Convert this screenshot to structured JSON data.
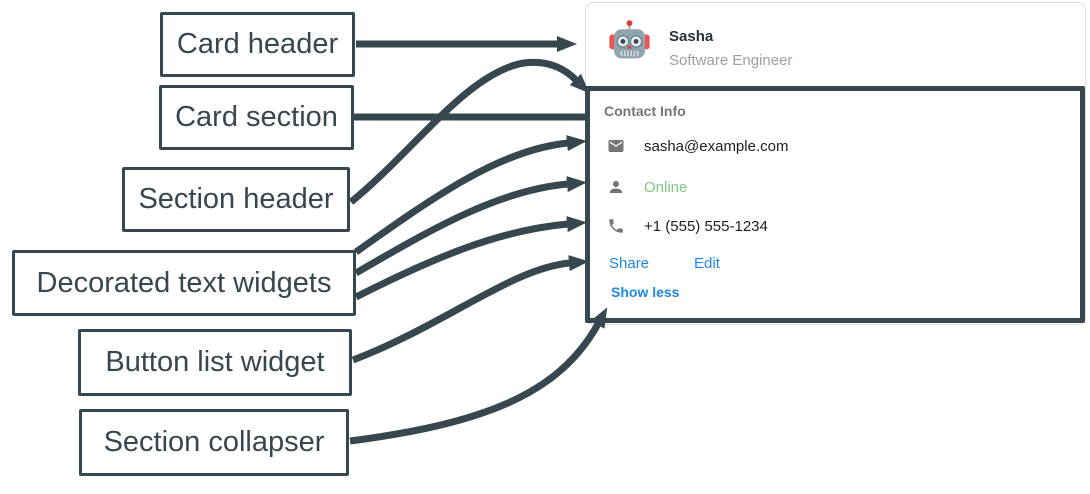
{
  "colors": {
    "annotation": "#37474F",
    "link_blue": "#1E88E5",
    "online_green": "#81C784",
    "text_dark": "#212121",
    "text_gray": "#9E9E9E",
    "section_header_gray": "#757575",
    "card_border": "#DCDCDC",
    "icon_gray": "#757575"
  },
  "annotations": [
    {
      "label": "Card header"
    },
    {
      "label": "Card section"
    },
    {
      "label": "Section header"
    },
    {
      "label": "Decorated text widgets"
    },
    {
      "label": "Button list widget"
    },
    {
      "label": "Section collapser"
    }
  ],
  "card": {
    "header": {
      "avatar_icon": "robot-icon",
      "name": "Sasha",
      "subtitle": "Software Engineer"
    },
    "section": {
      "header": "Contact Info",
      "rows": [
        {
          "icon": "mail-icon",
          "text": "sasha@example.com"
        },
        {
          "icon": "person-icon",
          "text": "Online",
          "status_color": "#81C784"
        },
        {
          "icon": "phone-icon",
          "text": "+1 (555) 555-1234"
        }
      ],
      "buttons": [
        {
          "label": "Share"
        },
        {
          "label": "Edit"
        }
      ],
      "collapser_label": "Show less"
    }
  }
}
